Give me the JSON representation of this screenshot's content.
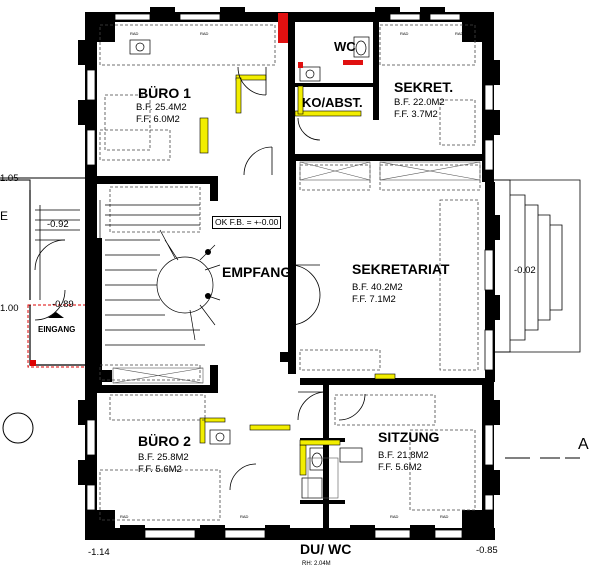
{
  "rooms": {
    "buero1": {
      "name": "BÜRO 1",
      "bf": "B.F. 25.4M2",
      "ff": "F.F.   6.0M2"
    },
    "wc": {
      "name": "WC"
    },
    "sekret": {
      "name": "SEKRET.",
      "bf": "B.F. 22.0M2",
      "ff": "F.F.   3.7M2"
    },
    "koabst": {
      "name": "KO/ABST."
    },
    "empfang": {
      "name": "EMPFANG"
    },
    "sekretariat": {
      "name": "SEKRETARIAT",
      "bf": "B.F. 40.2M2",
      "ff": "F.F.  7.1M2"
    },
    "eingang": {
      "name": "EINGANG"
    },
    "buero2": {
      "name": "BÜRO 2",
      "bf": "B.F. 25.8M2",
      "ff": "F.F.   5.6M2"
    },
    "sitzung": {
      "name": "SITZUNG",
      "bf": "B.F. 21.8M2",
      "ff": "F.F.   5.6M2"
    },
    "duwc": {
      "name": "DU/ WC",
      "rh": "RH: 2.04M"
    }
  },
  "levels": {
    "ok": "OK F.B. = +-0.00",
    "l092": "-0.92",
    "l089": "-0.89",
    "l002": "-0.02",
    "l114": "-1.14",
    "l085": "-0.85",
    "l105": "1.05",
    "l100": "1.00",
    "edge_e": "E"
  },
  "section": {
    "label": "A"
  },
  "colors": {
    "wall": "#000000",
    "door_highlight": "#f2ee00",
    "accent_red": "#e01010",
    "hatch": "#555555"
  }
}
